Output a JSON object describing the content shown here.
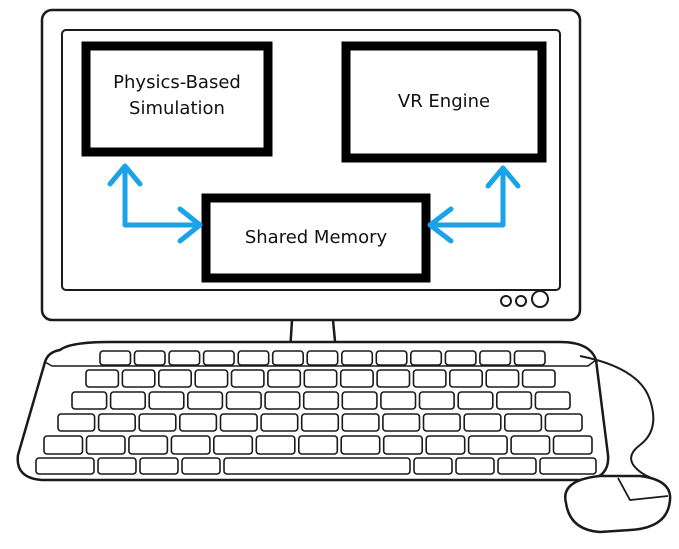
{
  "diagram": {
    "nodes": {
      "physics": {
        "label_line1": "Physics-Based",
        "label_line2": "Simulation"
      },
      "vr": {
        "label": "VR Engine"
      },
      "memory": {
        "label": "Shared Memory"
      }
    },
    "edges": [
      {
        "from": "physics",
        "to": "memory",
        "direction": "bidirectional"
      },
      {
        "from": "vr",
        "to": "memory",
        "direction": "bidirectional"
      }
    ],
    "colors": {
      "arrow": "#1aa3e8",
      "box_border": "#000000",
      "outline": "#1a1a1a"
    },
    "illustration": {
      "device": "desktop computer",
      "parts": [
        "monitor",
        "keyboard",
        "mouse"
      ]
    }
  }
}
